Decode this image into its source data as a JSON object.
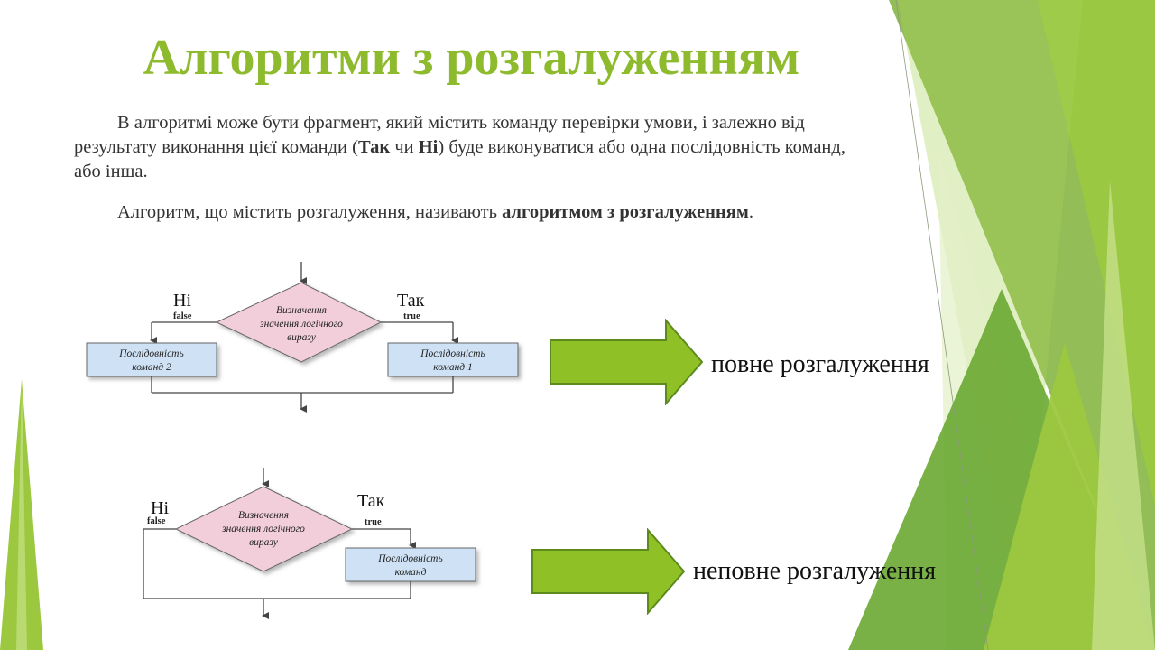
{
  "slide": {
    "title": "Алгоритми з розгалуженням",
    "paragraph1": {
      "t1": "В алгоритмі може бути фрагмент, який містить команду перевірки умови, і залежно від результату виконання цієї команди (",
      "b1": "Так",
      "t2": " чи ",
      "b2": "Ні",
      "t3": ") буде виконуватися або одна послідовність  команд, або інша."
    },
    "paragraph2": {
      "t1": "Алгоритм, що містить розгалуження, називають ",
      "b1": "алгоритмом з розгалуженням",
      "t2": "."
    }
  },
  "full_diagram": {
    "no_label": "Ні",
    "no_sub": "false",
    "yes_label": "Так",
    "yes_sub": "true",
    "condition": [
      "Визначення",
      "значення логічного",
      "виразу"
    ],
    "left_box": [
      "Послідовність",
      "команд 2"
    ],
    "right_box": [
      "Послідовність",
      "команд 1"
    ]
  },
  "partial_diagram": {
    "no_label": "Ні",
    "no_sub": "false",
    "yes_label": "Так",
    "yes_sub": "true",
    "condition": [
      "Визначення",
      "значення логічного",
      "виразу"
    ],
    "right_box": [
      "Послідовність",
      "команд"
    ]
  },
  "labels": {
    "full": "повне розгалуження",
    "partial": "неповне розгалуження"
  },
  "colors": {
    "accent": "#8dbb2d",
    "arrow_fill": "#8fc126",
    "arrow_stroke": "#5d8a1c",
    "diamond_fill": "#f2cdda",
    "box_fill": "#cfe2f5"
  }
}
